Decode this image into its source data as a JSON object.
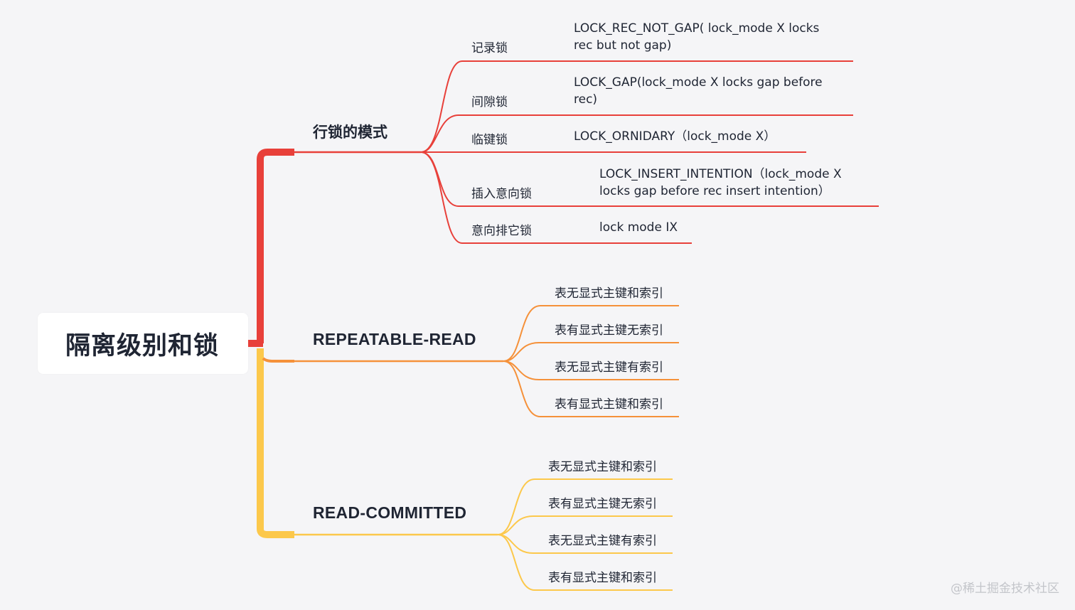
{
  "root": {
    "label": "隔离级别和锁"
  },
  "colors": {
    "row_lock": "#e8403a",
    "repeatable_read": "#f5913a",
    "read_committed": "#fcc84b",
    "text": "#1f2533",
    "background": "#f5f5f7"
  },
  "branches": [
    {
      "label": "行锁的模式",
      "color": "#e8403a",
      "children": [
        {
          "label": "记录锁",
          "desc": "LOCK_REC_NOT_GAP( lock_mode X locks\nrec but not gap)"
        },
        {
          "label": "间隙锁",
          "desc": "LOCK_GAP(lock_mode X locks gap before\nrec)"
        },
        {
          "label": "临键锁",
          "desc": "LOCK_ORNIDARY（lock_mode X）"
        },
        {
          "label": "插入意向锁",
          "desc": "LOCK_INSERT_INTENTION（lock_mode X\nlocks gap before rec insert intention）"
        },
        {
          "label": "意向排它锁",
          "desc": "lock mode IX"
        }
      ]
    },
    {
      "label": "REPEATABLE-READ",
      "color": "#f5913a",
      "children": [
        {
          "label": "表无显式主键和索引"
        },
        {
          "label": "表有显式主键无索引"
        },
        {
          "label": "表无显式主键有索引"
        },
        {
          "label": "表有显式主键和索引"
        }
      ]
    },
    {
      "label": "READ-COMMITTED",
      "color": "#fcc84b",
      "children": [
        {
          "label": "表无显式主键和索引"
        },
        {
          "label": "表有显式主键无索引"
        },
        {
          "label": "表无显式主键有索引"
        },
        {
          "label": "表有显式主键和索引"
        }
      ]
    }
  ],
  "watermark": "@稀土掘金技术社区"
}
